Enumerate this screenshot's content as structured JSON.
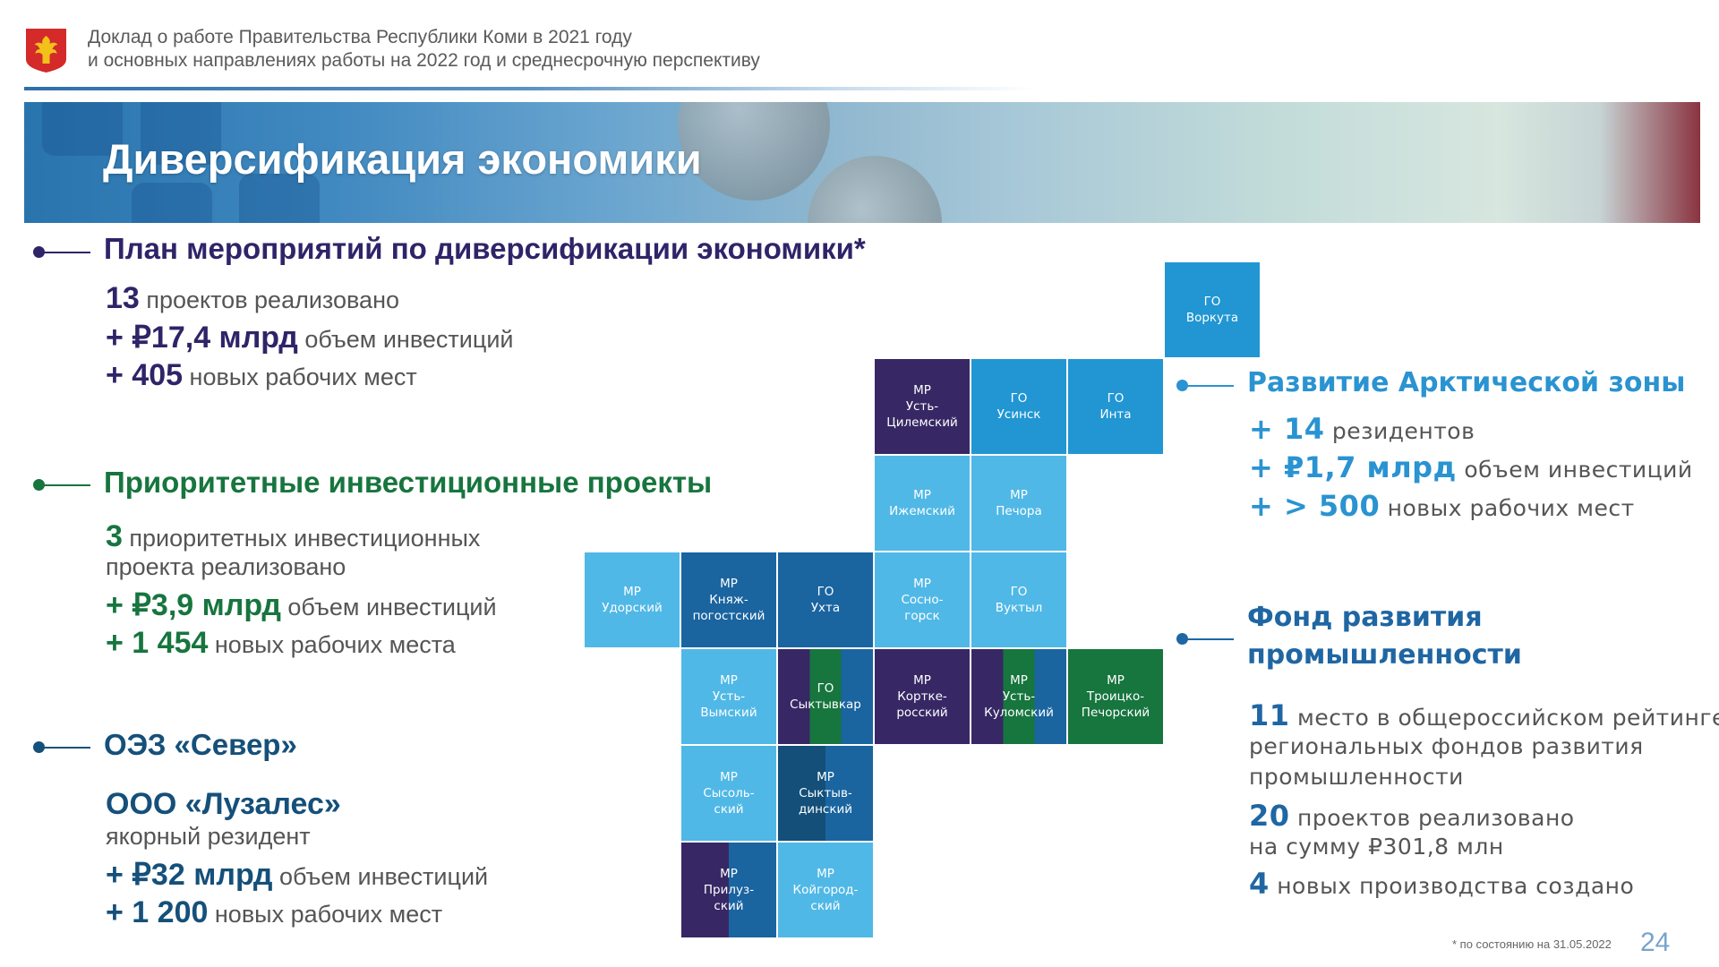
{
  "header": {
    "line1": "Доклад о работе Правительства Республики Коми в 2021 году",
    "line2": "и основных направлениях работы на 2022 год и среднесрочную перспективу"
  },
  "title": "Диверсификация экономики",
  "colors": {
    "purple": "#2f2468",
    "green": "#17753e",
    "navy": "#15507a",
    "blue": "#2a93d1",
    "fund": "#1f66a3",
    "text": "#555555"
  },
  "plan": {
    "heading": "План мероприятий по диверсификации экономики*",
    "l1_num": "13",
    "l1_text": " проектов реализовано",
    "l2_num": "+ ₽17,4 млрд",
    "l2_text": " объем инвестиций",
    "l3_num": "+ 405",
    "l3_text": " новых рабочих мест"
  },
  "priority": {
    "heading": "Приоритетные инвестиционные проекты",
    "l1_num": "3",
    "l1_text": " приоритетных инвестиционных",
    "l1b_text": "проекта реализовано",
    "l2_num": "+ ₽3,9 млрд",
    "l2_text": " объем инвестиций",
    "l3_num": "+ 1 454",
    "l3_text": " новых рабочих места"
  },
  "oez": {
    "heading": "ОЭЗ «Север»",
    "company": "ООО «Лузалес»",
    "role": "якорный резидент",
    "l2_num": "+ ₽32 млрд",
    "l2_text": " объем инвестиций",
    "l3_num": "+ 1 200",
    "l3_text": " новых рабочих мест"
  },
  "arctic": {
    "heading": "Развитие Арктической зоны",
    "l1_num": "+ 14",
    "l1_text": " резидентов",
    "l2_num": "+ ₽1,7 млрд",
    "l2_text": " объем инвестиций",
    "l3_num": "+ > 500",
    "l3_text": " новых рабочих мест"
  },
  "fund": {
    "heading1": "Фонд развития",
    "heading2": "промышленности",
    "l1_num": "11",
    "l1_text": " место в общероссийском рейтинге",
    "l1b_text": "региональных фондов развития",
    "l1c_text": "промышленности",
    "l2_num": "20",
    "l2_text": " проектов реализовано",
    "l2b_text": "на сумму ₽301,8 млн",
    "l3_num": "4",
    "l3_text": " новых производства создано"
  },
  "tiles": [
    {
      "type": "ГО",
      "name": "Воркута",
      "colors": [
        "#2196d3"
      ]
    },
    {
      "type": "МР",
      "name": "Усть-\nЦилемский",
      "colors": [
        "#372865"
      ]
    },
    {
      "type": "ГО",
      "name": "Усинск",
      "colors": [
        "#2196d3"
      ]
    },
    {
      "type": "ГО",
      "name": "Инта",
      "colors": [
        "#2196d3"
      ]
    },
    {
      "type": "МР",
      "name": "Ижемский",
      "colors": [
        "#50b8e6"
      ]
    },
    {
      "type": "МР",
      "name": "Печора",
      "colors": [
        "#50b8e6"
      ]
    },
    {
      "type": "МР",
      "name": "Удорский",
      "colors": [
        "#50b8e6"
      ]
    },
    {
      "type": "МР",
      "name": "Княж-\nпогостский",
      "colors": [
        "#1a64a0"
      ]
    },
    {
      "type": "ГО",
      "name": "Ухта",
      "colors": [
        "#1a64a0"
      ]
    },
    {
      "type": "МР",
      "name": "Сосно-\nгорск",
      "colors": [
        "#50b8e6"
      ]
    },
    {
      "type": "ГО",
      "name": "Вуктыл",
      "colors": [
        "#50b8e6"
      ]
    },
    {
      "type": "МР",
      "name": "Усть-\nВымский",
      "colors": [
        "#50b8e6"
      ]
    },
    {
      "type": "ГО",
      "name": "Сыктывкар",
      "colors": [
        "#372865",
        "#17753e",
        "#1a64a0"
      ]
    },
    {
      "type": "МР",
      "name": "Корткe-\nросский",
      "colors": [
        "#372865"
      ]
    },
    {
      "type": "МР",
      "name": "Усть-\nКуломский",
      "colors": [
        "#372865",
        "#17753e",
        "#1a64a0"
      ]
    },
    {
      "type": "МР",
      "name": "Троицко-\nПечорский",
      "colors": [
        "#17753e"
      ]
    },
    {
      "type": "МР",
      "name": "Сысоль-\nский",
      "colors": [
        "#50b8e6"
      ]
    },
    {
      "type": "МР",
      "name": "Сыктыв-\nдинский",
      "colors": [
        "#134f78",
        "#1a64a0"
      ]
    },
    {
      "type": "МР",
      "name": "Прилуз-\nский",
      "colors": [
        "#372865",
        "#1a64a0"
      ]
    },
    {
      "type": "МР",
      "name": "Койгород-\nский",
      "colors": [
        "#50b8e6"
      ]
    }
  ],
  "footnote": "* по состоянию на 31.05.2022",
  "page_number": "24"
}
